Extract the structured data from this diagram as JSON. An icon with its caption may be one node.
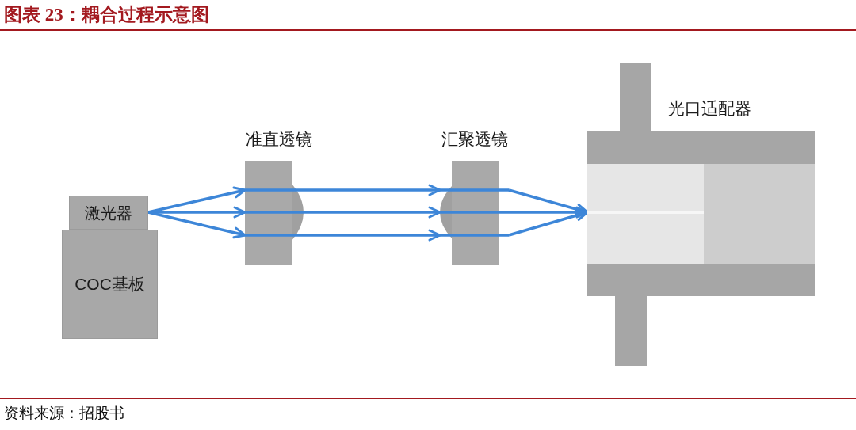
{
  "diagram": {
    "title": "图表 23：耦合过程示意图",
    "caption": "资料来源：招股书",
    "nodes": [
      {
        "text": [
          "激光器"
        ]
      },
      {
        "text": [
          "COC基板"
        ]
      },
      {
        "text": [
          "准直透镜"
        ]
      },
      {
        "text": [
          "汇聚透镜"
        ]
      },
      {
        "text": [
          "光口适配器"
        ]
      }
    ],
    "edges": [
      {
        "from": 0,
        "to": 2,
        "arrow": "to"
      },
      {
        "from": 0,
        "to": 2,
        "arrow": "to"
      },
      {
        "from": 0,
        "to": 2,
        "arrow": "to"
      },
      {
        "from": 2,
        "to": 3,
        "arrow": "to"
      },
      {
        "from": 2,
        "to": 3,
        "arrow": "to"
      },
      {
        "from": 2,
        "to": 3,
        "arrow": "to"
      },
      {
        "from": 3,
        "to": 4,
        "arrow": "to"
      },
      {
        "from": 3,
        "to": 4,
        "arrow": "to"
      },
      {
        "from": 3,
        "to": 4,
        "arrow": "to"
      }
    ]
  }
}
